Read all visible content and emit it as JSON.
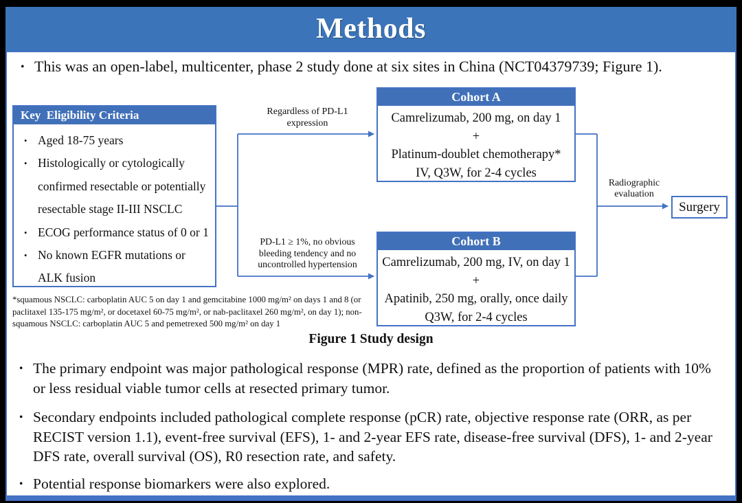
{
  "colors": {
    "title_bar_blue": "#3B74B8",
    "box_header_blue": "#4070B8",
    "border_and_line_blue": "#4472C4",
    "text_color": "#111111",
    "background": "#FFFFFF",
    "frame": "#000000"
  },
  "header": {
    "title": "Methods"
  },
  "intro_bullet": "This was an open-label, multicenter, phase 2 study done at six sites in China (NCT04379739; Figure 1).",
  "figure": {
    "caption": "Figure 1 Study design",
    "eligibility_box": {
      "header": "Key  Eligibility Criteria",
      "items": [
        "Aged 18-75 years",
        "Histologically or cytologically\nconfirmed resectable or potentially\nresectable stage II-III  NSCLC",
        "ECOG performance status of 0 or 1",
        "No known EGFR mutations or\nALK fusion"
      ]
    },
    "branch_top_label": "Regardless  of PD-L1\nexpression",
    "branch_bottom_label": "PD-L1 ≥ 1%, no obvious\nbleeding tendency and no\nuncontrolled  hypertension",
    "cohort_a": {
      "header": "Cohort A",
      "lines": [
        "Camrelizumab, 200 mg, on day 1",
        "+",
        "Platinum-doublet chemotherapy*",
        "IV, Q3W, for 2-4 cycles"
      ]
    },
    "cohort_b": {
      "header": "Cohort B",
      "lines": [
        "Camrelizumab, 200 mg, IV, on day 1",
        "+",
        "Apatinib, 250 mg, orally, once daily",
        "Q3W, for 2-4 cycles"
      ]
    },
    "evaluation_label": "Radiographic\nevaluation",
    "surgery_box": "Surgery",
    "footnote": "*squamous NSCLC: carboplatin AUC 5 on day 1 and gemcitabine 1000 mg/m² on days 1 and 8 (or\npaclitaxel 135-175 mg/m², or docetaxel 60-75 mg/m², or nab-paclitaxel 260 mg/m², on day 1); non-\nsquamous NSCLC: carboplatin AUC 5 and pemetrexed 500 mg/m² on day 1"
  },
  "endpoint_bullets": [
    "The primary endpoint was major pathological response (MPR) rate, defined as the proportion of patients with 10% or less residual viable tumor cells at resected primary tumor.",
    "Secondary endpoints included pathological complete response (pCR) rate, objective response rate (ORR, as per RECIST version 1.1), event-free survival (EFS), 1- and 2-year EFS rate, disease-free survival (DFS), 1- and 2-year DFS rate, overall survival (OS), R0 resection rate, and safety.",
    "Potential response biomarkers were also explored."
  ]
}
